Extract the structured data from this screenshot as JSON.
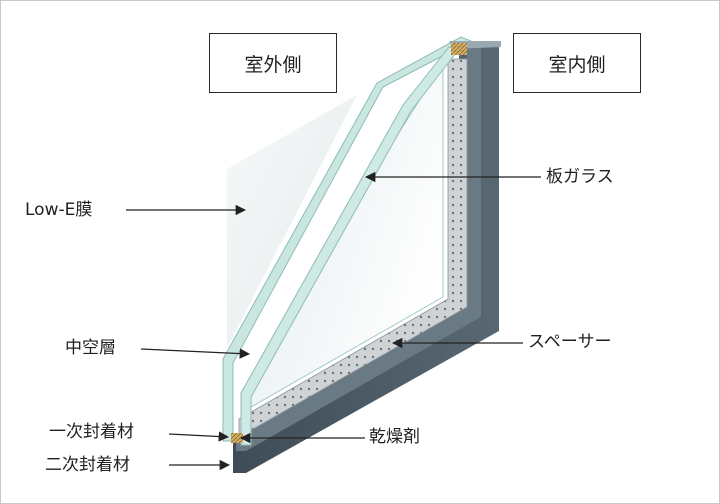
{
  "sides": {
    "outdoor": "室外側",
    "indoor": "室内側"
  },
  "labels": {
    "plate_glass": "板ガラス",
    "low_e": "Low-E膜",
    "air_layer": "中空層",
    "spacer": "スペーサー",
    "primary_seal": "一次封着材",
    "desiccant": "乾燥剤",
    "secondary_seal": "二次封着材"
  },
  "colors": {
    "frame_dark": "#4b5a66",
    "frame_top": "#8797a2",
    "spacer": "#c9cdd0",
    "glass_edge": "#bfe0dc",
    "desiccant": "#d8b26a"
  }
}
